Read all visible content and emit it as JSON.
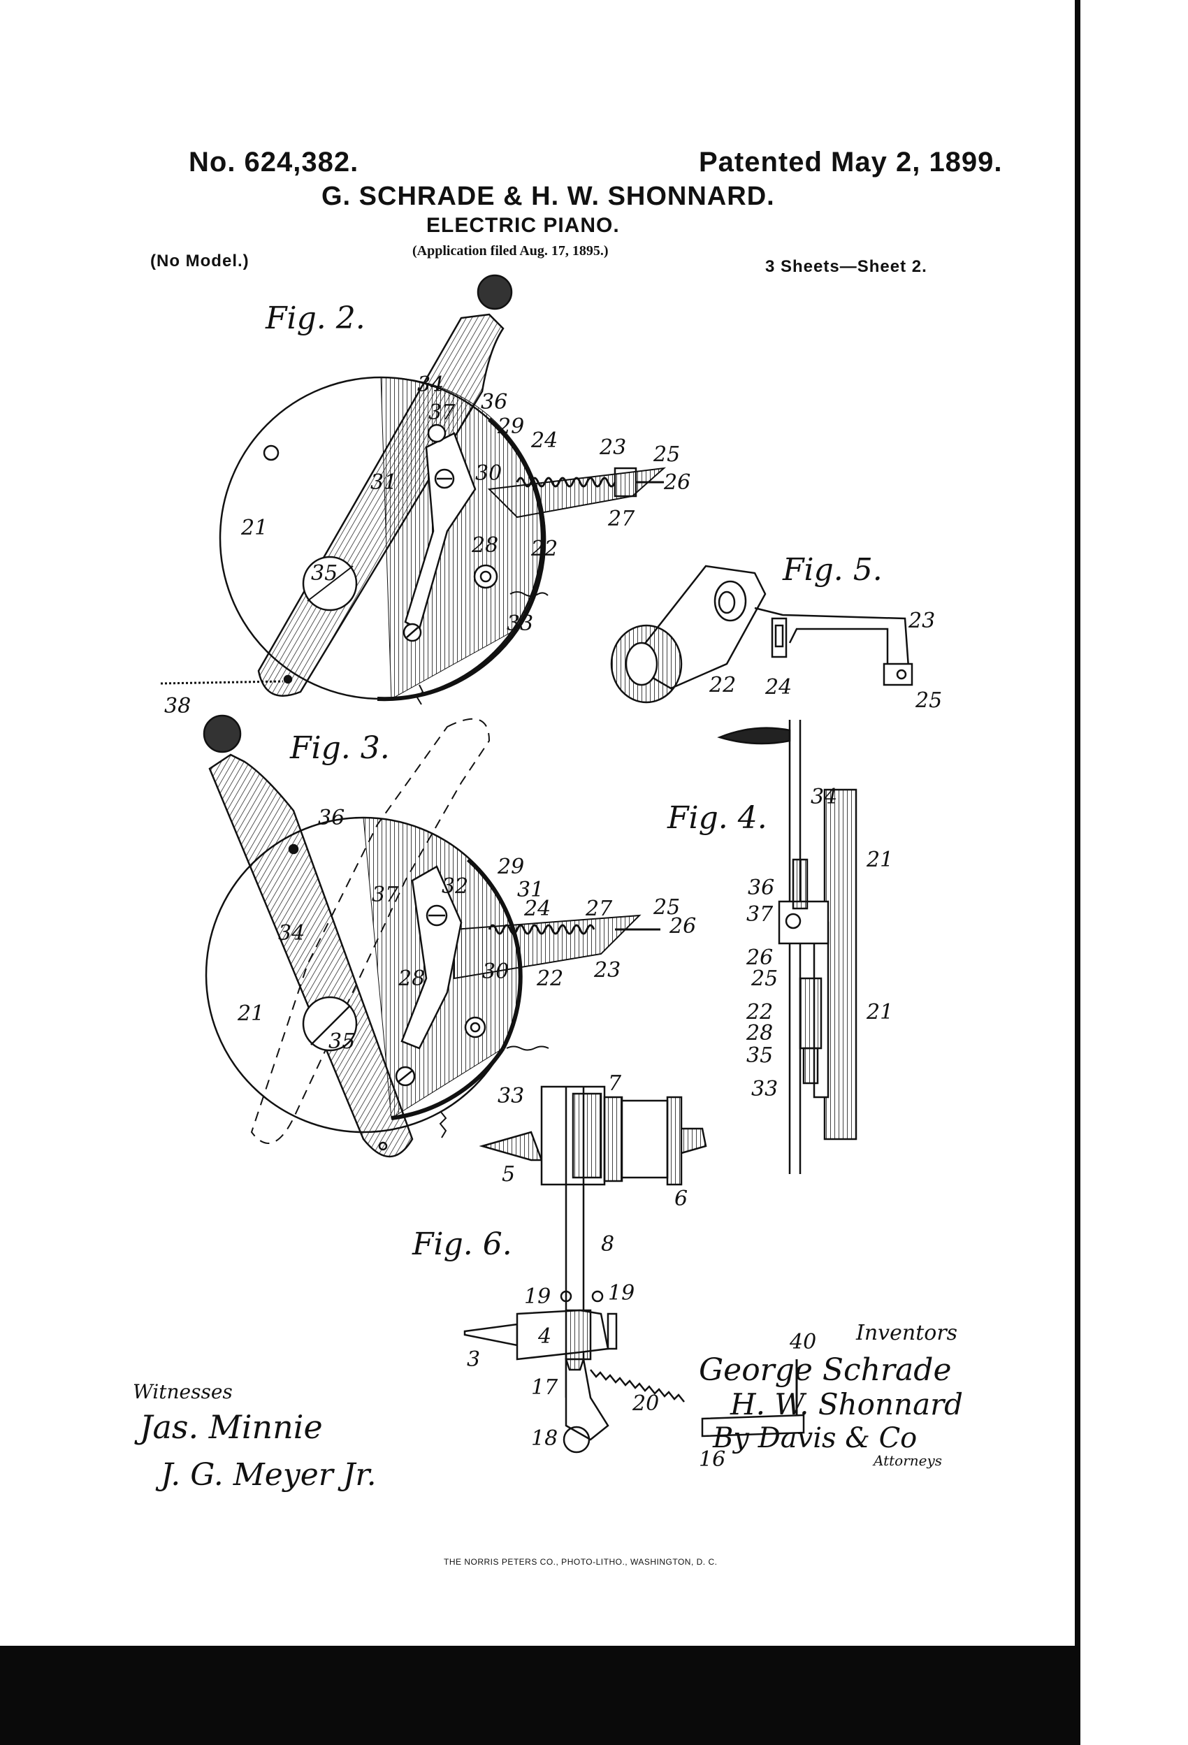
{
  "header": {
    "patent_number": "No. 624,382.",
    "patented_date": "Patented May 2, 1899.",
    "inventors_names": "G. SCHRADE & H. W. SHONNARD.",
    "title": "ELECTRIC PIANO.",
    "application_filed": "(Application filed Aug. 17, 1895.)",
    "model_note": "(No Model.)",
    "sheet_note": "3 Sheets—Sheet 2."
  },
  "figures": {
    "fig2": "Fig. 2.",
    "fig3": "Fig. 3.",
    "fig4": "Fig. 4.",
    "fig5": "Fig. 5.",
    "fig6": "Fig. 6."
  },
  "reference_numerals": {
    "fig2": [
      "34",
      "36",
      "37",
      "29",
      "24",
      "23",
      "25",
      "31",
      "30",
      "26",
      "27",
      "21",
      "28",
      "22",
      "35",
      "33",
      "38"
    ],
    "fig3": [
      "36",
      "29",
      "32",
      "37",
      "31",
      "24",
      "27",
      "25",
      "26",
      "34",
      "30",
      "28",
      "22",
      "23",
      "21",
      "35",
      "33"
    ],
    "fig4": [
      "34",
      "21",
      "36",
      "37",
      "26",
      "25",
      "22",
      "28",
      "35",
      "33",
      "21"
    ],
    "fig5": [
      "23",
      "22",
      "24",
      "25"
    ],
    "fig6": [
      "7",
      "5",
      "6",
      "8",
      "19",
      "19",
      "4",
      "3",
      "17",
      "20",
      "18",
      "16",
      "40"
    ]
  },
  "signatures": {
    "witnesses_label": "Witnesses",
    "witness_1": "Jas. Minnie",
    "witness_2": "J. G. Meyer Jr.",
    "inventors_label": "Inventors",
    "inventor_1": "George Schrade",
    "inventor_2": "H. W. Shonnard",
    "by_attorney": "By Davis & Co",
    "attorneys_label": "Attorneys"
  },
  "footer": {
    "printer": "THE NORRIS PETERS CO., PHOTO-LITHO., WASHINGTON, D. C."
  }
}
